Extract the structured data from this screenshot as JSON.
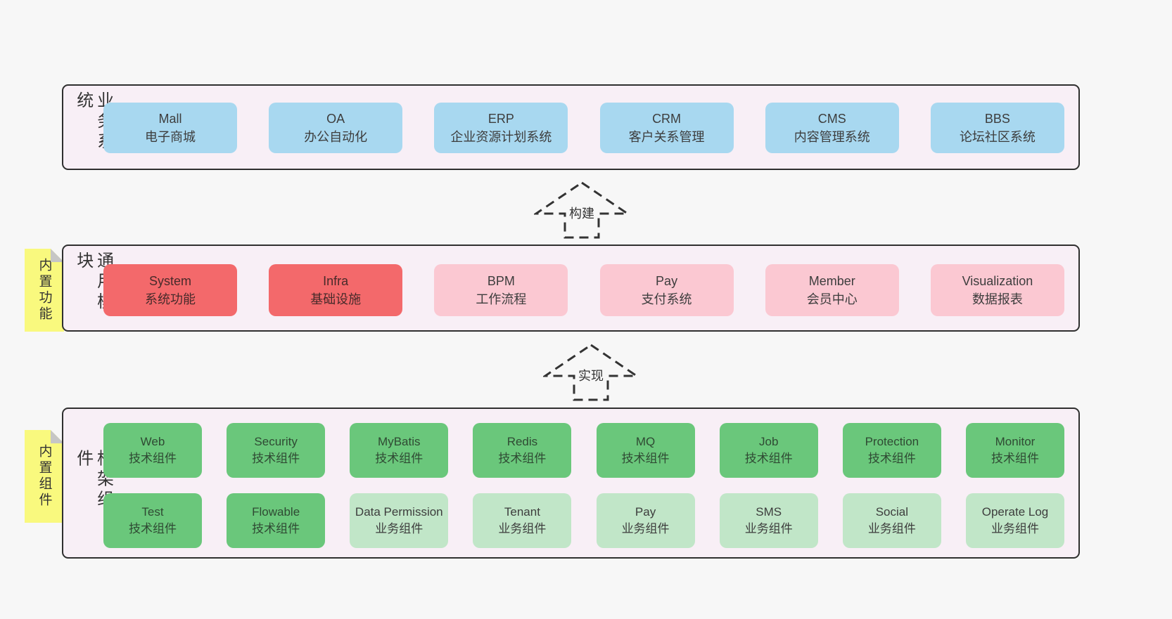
{
  "colors": {
    "page": "#f7f7f7",
    "band-bg": "#f8eff6",
    "band-border": "#2f2f2f",
    "blue": "#a8d8f0",
    "red": "#f3696b",
    "pink": "#fbc8d2",
    "green": "#6ac77b",
    "lightgreen": "#c1e6c8",
    "note": "#f9f97e",
    "note-fold": "#c6c6c6",
    "text": "#3d3d3d",
    "arrow": "#333333"
  },
  "arrows": [
    {
      "label": "构建"
    },
    {
      "label": "实现"
    }
  ],
  "bands": [
    {
      "label": "业务系统",
      "rows": [
        [
          {
            "en": "Mall",
            "zh": "电子商城",
            "type": "blue"
          },
          {
            "en": "OA",
            "zh": "办公自动化",
            "type": "blue"
          },
          {
            "en": "ERP",
            "zh": "企业资源计划系统",
            "type": "blue"
          },
          {
            "en": "CRM",
            "zh": "客户关系管理",
            "type": "blue"
          },
          {
            "en": "CMS",
            "zh": "内容管理系统",
            "type": "blue"
          },
          {
            "en": "BBS",
            "zh": "论坛社区系统",
            "type": "blue"
          }
        ]
      ]
    },
    {
      "label": "通用模块",
      "note": "内置功能",
      "rows": [
        [
          {
            "en": "System",
            "zh": "系统功能",
            "type": "red"
          },
          {
            "en": "Infra",
            "zh": "基础设施",
            "type": "red"
          },
          {
            "en": "BPM",
            "zh": "工作流程",
            "type": "pink"
          },
          {
            "en": "Pay",
            "zh": "支付系统",
            "type": "pink"
          },
          {
            "en": "Member",
            "zh": "会员中心",
            "type": "pink"
          },
          {
            "en": "Visualization",
            "zh": "数据报表",
            "type": "pink"
          }
        ]
      ]
    },
    {
      "label": "框架组件",
      "note": "内置组件",
      "rows": [
        [
          {
            "en": "Web",
            "zh": "技术组件",
            "type": "green"
          },
          {
            "en": "Security",
            "zh": "技术组件",
            "type": "green"
          },
          {
            "en": "MyBatis",
            "zh": "技术组件",
            "type": "green"
          },
          {
            "en": "Redis",
            "zh": "技术组件",
            "type": "green"
          },
          {
            "en": "MQ",
            "zh": "技术组件",
            "type": "green"
          },
          {
            "en": "Job",
            "zh": "技术组件",
            "type": "green"
          },
          {
            "en": "Protection",
            "zh": "技术组件",
            "type": "green"
          },
          {
            "en": "Monitor",
            "zh": "技术组件",
            "type": "green"
          }
        ],
        [
          {
            "en": "Test",
            "zh": "技术组件",
            "type": "green"
          },
          {
            "en": "Flowable",
            "zh": "技术组件",
            "type": "green"
          },
          {
            "en": "Data Permission",
            "zh": "业务组件",
            "type": "lightgreen"
          },
          {
            "en": "Tenant",
            "zh": "业务组件",
            "type": "lightgreen"
          },
          {
            "en": "Pay",
            "zh": "业务组件",
            "type": "lightgreen"
          },
          {
            "en": "SMS",
            "zh": "业务组件",
            "type": "lightgreen"
          },
          {
            "en": "Social",
            "zh": "业务组件",
            "type": "lightgreen"
          },
          {
            "en": "Operate Log",
            "zh": "业务组件",
            "type": "lightgreen"
          }
        ]
      ]
    }
  ]
}
